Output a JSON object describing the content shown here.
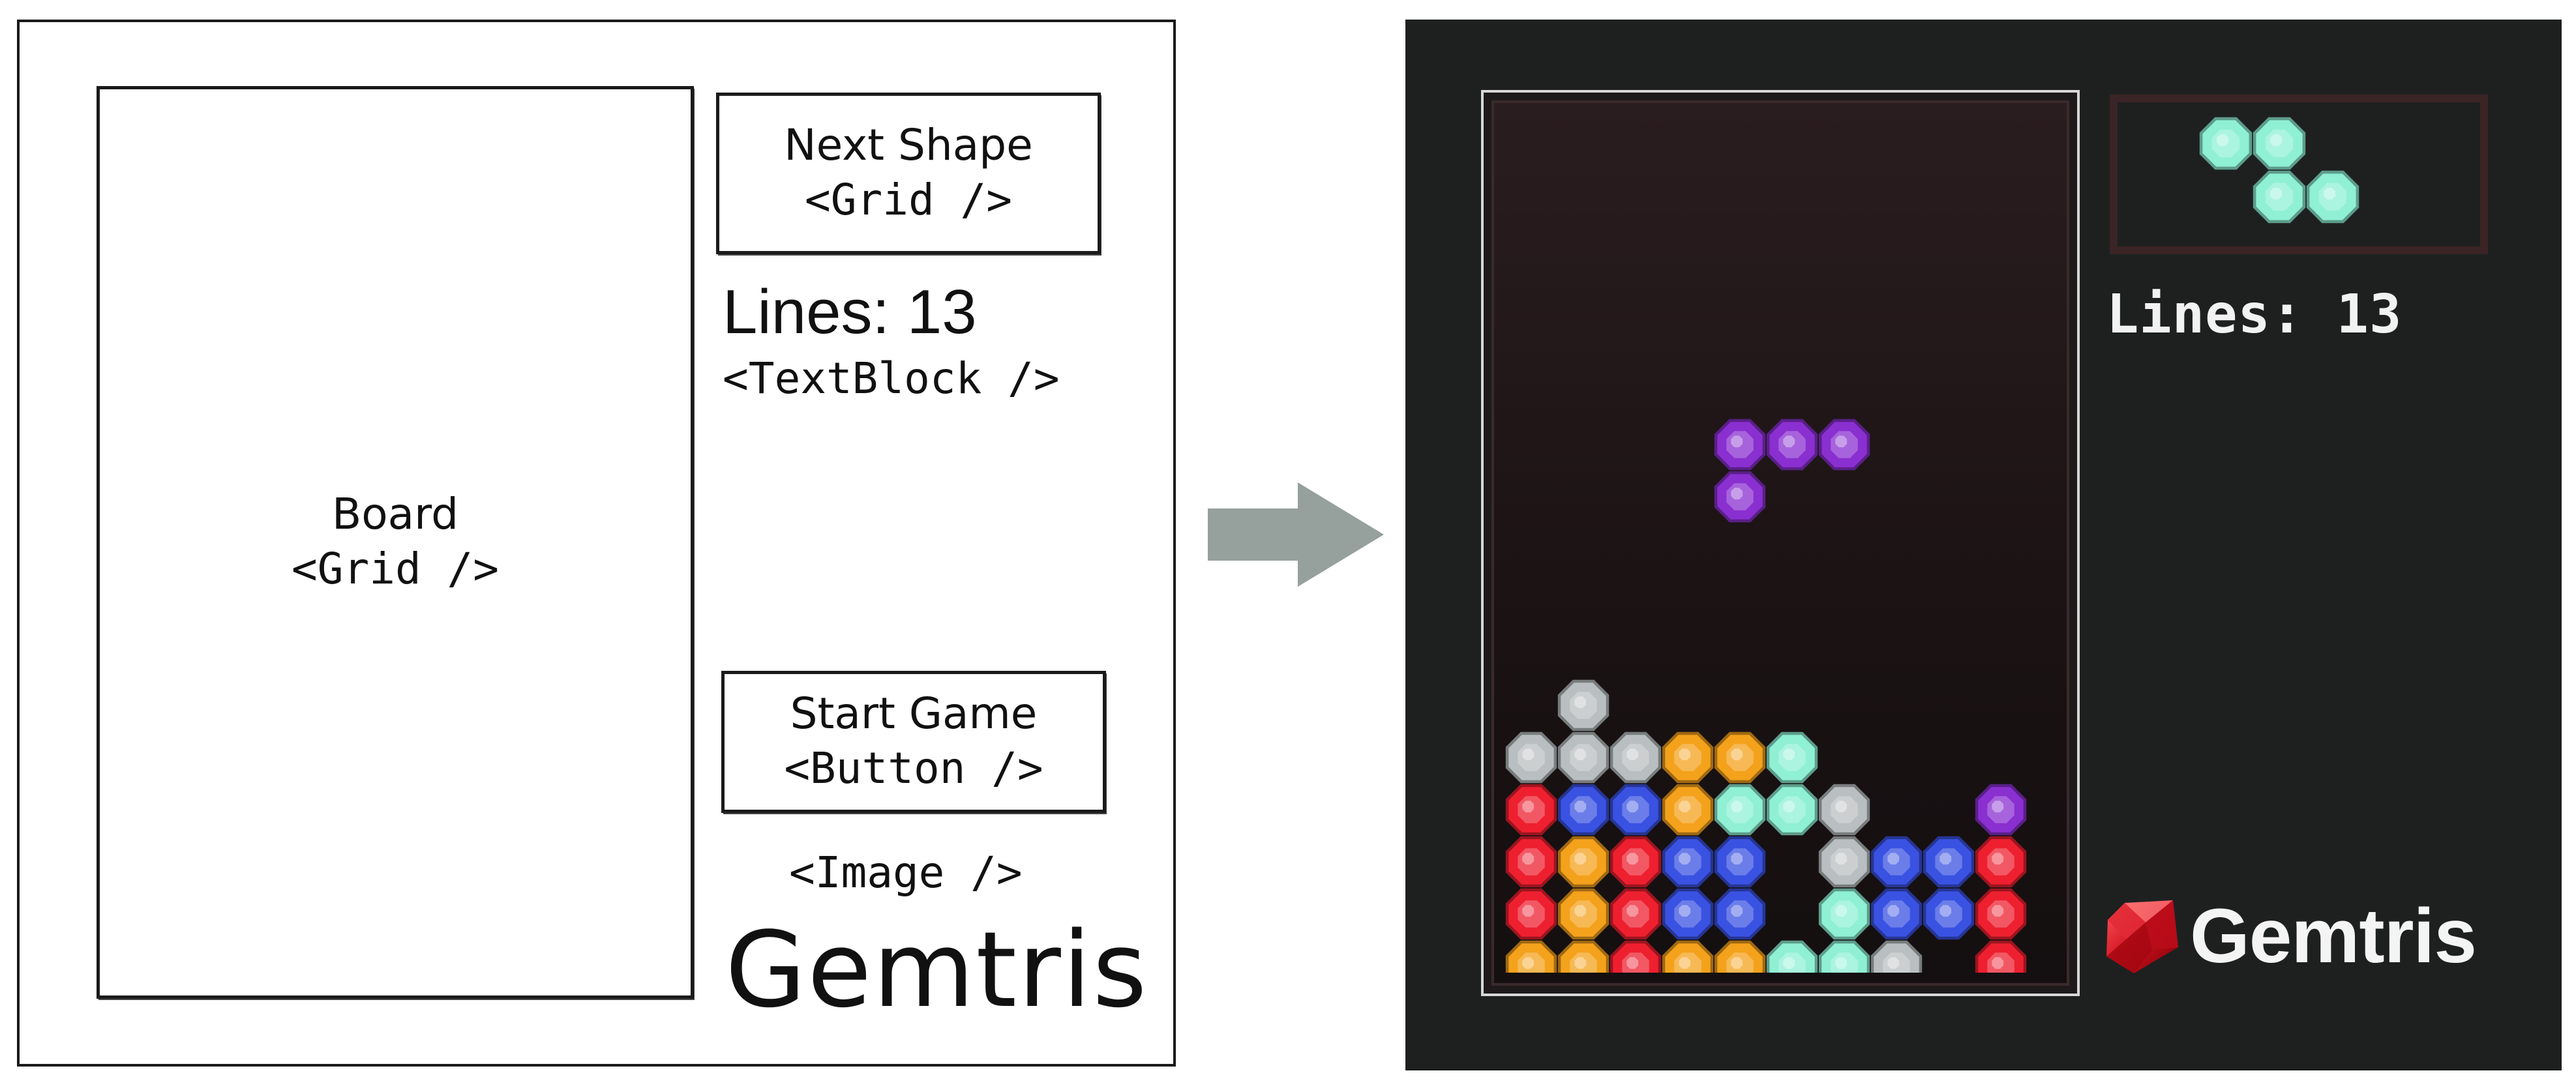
{
  "mockup": {
    "next_shape": {
      "title": "Next Shape",
      "tag": "<Grid />"
    },
    "lines": {
      "text": "Lines: 13",
      "tag": "<TextBlock />"
    },
    "board": {
      "title": "Board",
      "tag": "<Grid />"
    },
    "start_game": {
      "title": "Start Game",
      "tag": "<Button />"
    },
    "image": {
      "tag": "<Image />",
      "logo_text": "Gemtris"
    }
  },
  "game": {
    "lines_text": "Lines: 13",
    "logo_text": "Gemtris",
    "colors": {
      "background": "#1e2020",
      "gray": "#b9bfc0",
      "orange": "#f4a21c",
      "teal": "#8ff0d4",
      "red": "#ee2030",
      "blue": "#3a52e2",
      "purple": "#8a2fd0"
    },
    "board_cols": 10,
    "board_rows": 17,
    "falling_piece": [
      {
        "r": 6,
        "c": 4,
        "color": "purple"
      },
      {
        "r": 6,
        "c": 5,
        "color": "purple"
      },
      {
        "r": 6,
        "c": 6,
        "color": "purple"
      },
      {
        "r": 7,
        "c": 4,
        "color": "purple"
      }
    ],
    "stack": [
      {
        "r": 11,
        "c": 1,
        "color": "gray"
      },
      {
        "r": 12,
        "c": 0,
        "color": "gray"
      },
      {
        "r": 12,
        "c": 1,
        "color": "gray"
      },
      {
        "r": 12,
        "c": 2,
        "color": "gray"
      },
      {
        "r": 12,
        "c": 3,
        "color": "orange"
      },
      {
        "r": 12,
        "c": 4,
        "color": "orange"
      },
      {
        "r": 12,
        "c": 5,
        "color": "teal"
      },
      {
        "r": 13,
        "c": 0,
        "color": "red"
      },
      {
        "r": 13,
        "c": 1,
        "color": "blue"
      },
      {
        "r": 13,
        "c": 2,
        "color": "blue"
      },
      {
        "r": 13,
        "c": 3,
        "color": "orange"
      },
      {
        "r": 13,
        "c": 4,
        "color": "teal"
      },
      {
        "r": 13,
        "c": 5,
        "color": "teal"
      },
      {
        "r": 13,
        "c": 6,
        "color": "gray"
      },
      {
        "r": 13,
        "c": 9,
        "color": "purple"
      },
      {
        "r": 14,
        "c": 0,
        "color": "red"
      },
      {
        "r": 14,
        "c": 1,
        "color": "orange"
      },
      {
        "r": 14,
        "c": 2,
        "color": "red"
      },
      {
        "r": 14,
        "c": 3,
        "color": "blue"
      },
      {
        "r": 14,
        "c": 4,
        "color": "blue"
      },
      {
        "r": 14,
        "c": 6,
        "color": "gray"
      },
      {
        "r": 14,
        "c": 7,
        "color": "blue"
      },
      {
        "r": 14,
        "c": 8,
        "color": "blue"
      },
      {
        "r": 14,
        "c": 9,
        "color": "red"
      },
      {
        "r": 15,
        "c": 0,
        "color": "red"
      },
      {
        "r": 15,
        "c": 1,
        "color": "orange"
      },
      {
        "r": 15,
        "c": 2,
        "color": "red"
      },
      {
        "r": 15,
        "c": 3,
        "color": "blue"
      },
      {
        "r": 15,
        "c": 4,
        "color": "blue"
      },
      {
        "r": 15,
        "c": 6,
        "color": "teal"
      },
      {
        "r": 15,
        "c": 7,
        "color": "blue"
      },
      {
        "r": 15,
        "c": 8,
        "color": "blue"
      },
      {
        "r": 15,
        "c": 9,
        "color": "red"
      },
      {
        "r": 16,
        "c": 0,
        "color": "orange"
      },
      {
        "r": 16,
        "c": 1,
        "color": "orange"
      },
      {
        "r": 16,
        "c": 2,
        "color": "red"
      },
      {
        "r": 16,
        "c": 3,
        "color": "orange"
      },
      {
        "r": 16,
        "c": 4,
        "color": "orange"
      },
      {
        "r": 16,
        "c": 5,
        "color": "teal"
      },
      {
        "r": 16,
        "c": 6,
        "color": "teal"
      },
      {
        "r": 16,
        "c": 7,
        "color": "gray"
      },
      {
        "r": 16,
        "c": 9,
        "color": "red"
      }
    ],
    "next_piece": [
      {
        "r": 0,
        "c": 0,
        "color": "teal"
      },
      {
        "r": 0,
        "c": 1,
        "color": "teal"
      },
      {
        "r": 1,
        "c": 1,
        "color": "teal"
      },
      {
        "r": 1,
        "c": 2,
        "color": "teal"
      }
    ]
  }
}
